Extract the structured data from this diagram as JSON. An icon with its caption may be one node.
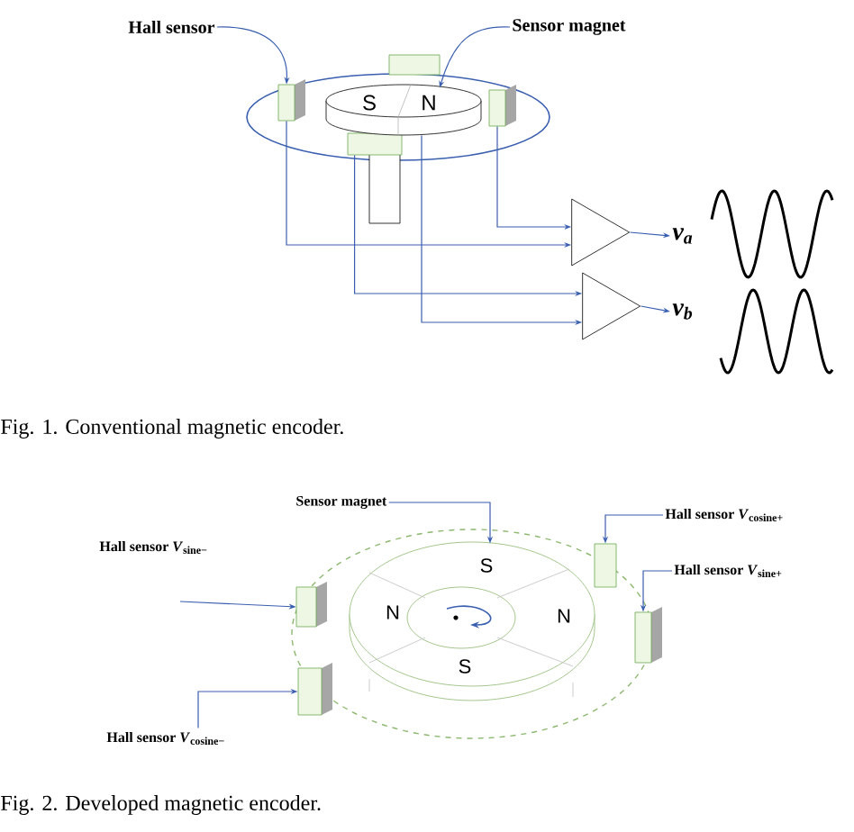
{
  "diagram": {
    "nodes": [
      {
        "text": [
          "Hall sensor"
        ]
      },
      {
        "text": [
          "Sensor magnet"
        ]
      },
      {
        "text": [],
        "shape": "box"
      },
      {
        "text": [],
        "shape": "box"
      },
      {
        "text": [],
        "shape": "box"
      },
      {
        "text": [],
        "shape": "box"
      },
      {
        "text": [
          "S",
          "N"
        ]
      },
      {
        "text": [],
        "shape": "triangle"
      },
      {
        "text": [],
        "shape": "triangle"
      },
      {
        "text": [
          "v$_{a}$"
        ]
      },
      {
        "text": [
          "v$_{b}$"
        ]
      },
      {
        "text": [
          "Sensor magnet"
        ]
      },
      {
        "text": [
          "Hall sensor *V*$_{cosine+}$"
        ]
      },
      {
        "text": [
          "Hall sensor *V*$_{sine+}$"
        ]
      },
      {
        "text": [
          "Hall sensor *V*$_{cosine−}$"
        ]
      },
      {
        "text": [
          "S",
          "N",
          "N",
          "S"
        ]
      },
      {
        "text": [],
        "shape": "box"
      },
      {
        "text": [],
        "shape": "box"
      },
      {
        "text": [],
        "shape": "box"
      },
      {
        "text": [],
        "shape": "box"
      }
    ],
    "edges": [
      {
        "from": 0,
        "to": 2,
        "arrow": "to"
      },
      {
        "from": 1,
        "to": 6,
        "arrow": "to"
      },
      {
        "from": 2,
        "to": 7,
        "arrow": "to"
      },
      {
        "from": 4,
        "to": 7,
        "arrow": "to"
      },
      {
        "from": 5,
        "to": 8,
        "arrow": "to"
      },
      {
        "from": 6,
        "to": 8,
        "arrow": "to"
      },
      {
        "from": 7,
        "to": 9,
        "arrow": "to"
      },
      {
        "from": 8,
        "to": 10,
        "arrow": "to"
      },
      {
        "from": 11,
        "to": 15,
        "arrow": "to"
      },
      {
        "from": null,
        "to": 16,
        "arrow": "to"
      },
      {
        "from": 12,
        "to": 18,
        "arrow": "to"
      },
      {
        "from": 13,
        "to": 19,
        "arrow": "to"
      },
      {
        "from": 14,
        "to": 17,
        "arrow": "to"
      }
    ],
    "labels": [
      "Fig. 1. Conventional magnetic encoder.",
      "Hall sensor *V*$_{sine−}$",
      "Fig. 2. Developed magnetic encoder."
    ]
  }
}
